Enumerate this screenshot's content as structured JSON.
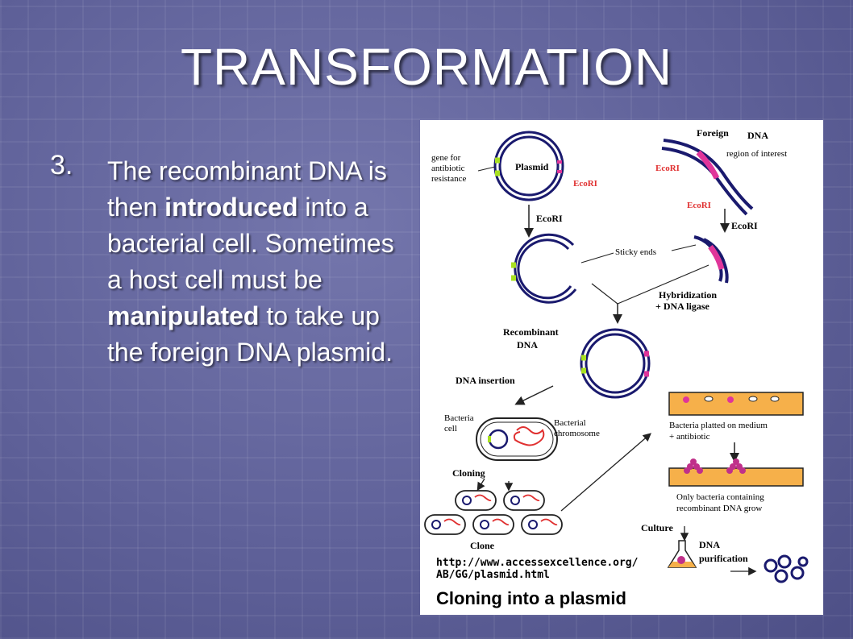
{
  "slide": {
    "title": "TRANSFORMATION",
    "bullet_number": "3.",
    "text_parts": [
      "The recombinant DNA is then ",
      "introduced",
      " into a bacterial cell. Sometimes a host cell must be ",
      "manipulated",
      " to take up the foreign DNA plasmid."
    ]
  },
  "figure": {
    "labels": {
      "gene": "gene for",
      "antibiotic": "antibiotic",
      "resistance": "resistance",
      "plasmid": "Plasmid",
      "ecori": "EcoRI",
      "foreign": "Foreign",
      "dna": "DNA",
      "region": "region of interest",
      "sticky": "Sticky ends",
      "hybrid1": "Hybridization",
      "hybrid2": "+ DNA ligase",
      "recomb1": "Recombinant",
      "recomb2": "DNA",
      "insertion": "DNA insertion",
      "bacteria1": "Bacteria",
      "bacteria2": "cell",
      "bchrom1": "Bacterial",
      "bchrom2": "chromosome",
      "plated1": "Bacteria platted on medium",
      "plated2": "+ antibiotic",
      "cloning": "Cloning",
      "clone": "Clone",
      "only1": "Only bacteria containing",
      "only2": "recombinant DNA grow",
      "culture": "Culture",
      "purif1": "DNA",
      "purif2": "purification",
      "url1": "http://www.accessexcellence.org/",
      "url2": "AB/GG/plasmid.html",
      "caption": "Cloning into a plasmid"
    },
    "colors": {
      "strand": "#1a1a6e",
      "magenta": "#e0359a",
      "green": "#a8e020",
      "red": "#e03030",
      "orange": "#f6b04a"
    }
  }
}
